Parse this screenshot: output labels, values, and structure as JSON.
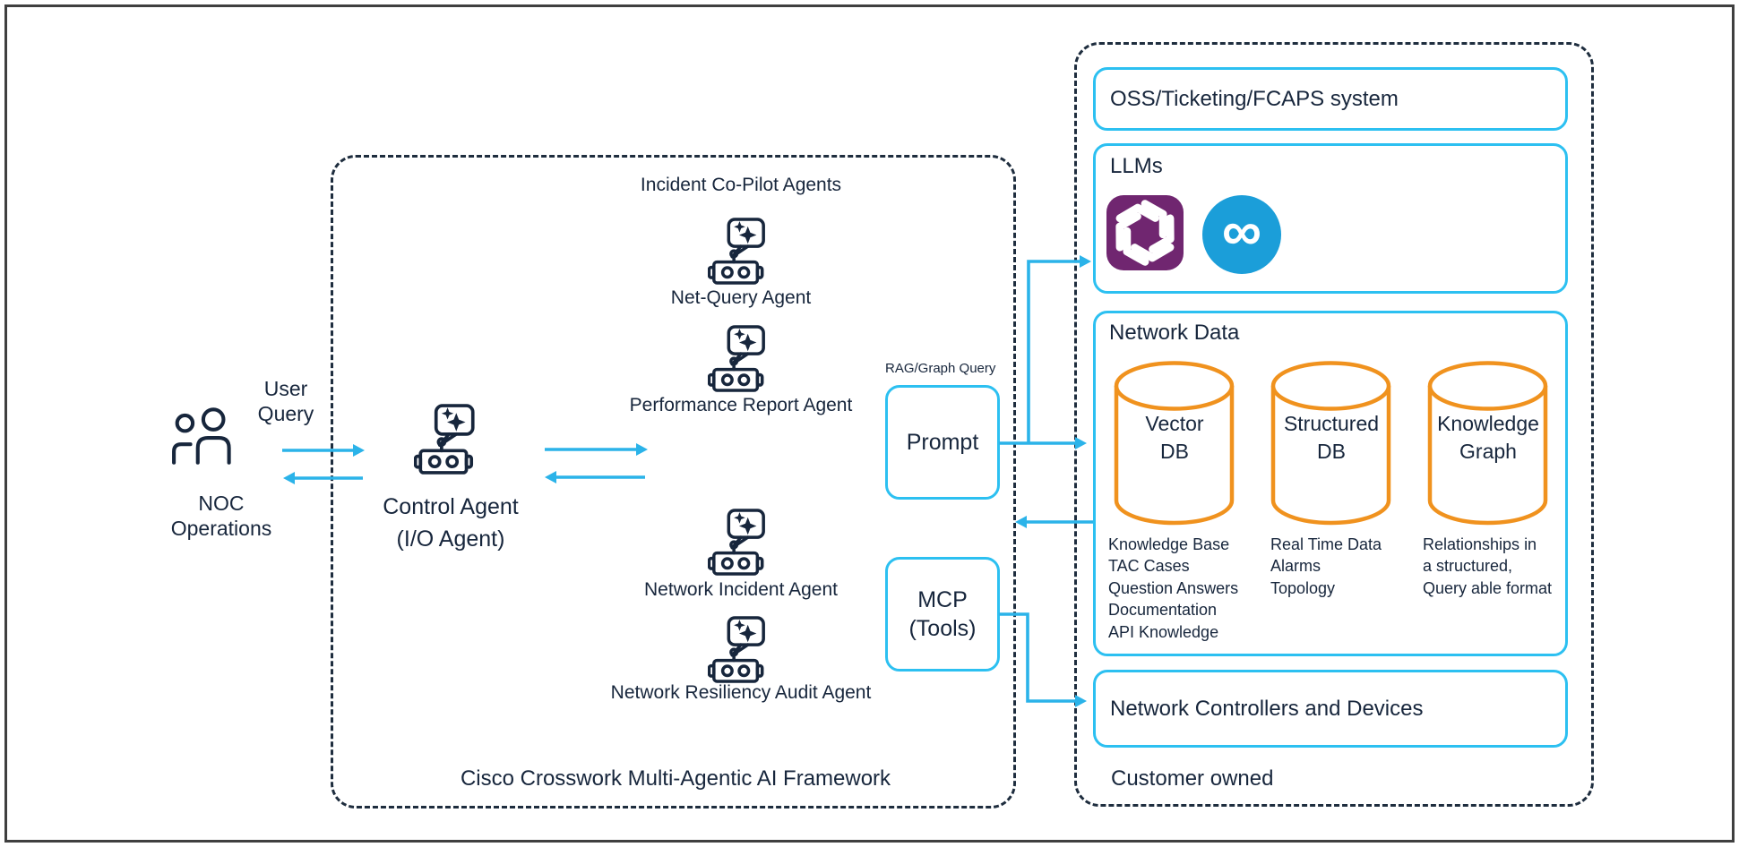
{
  "left": {
    "user_query_line1": "User",
    "user_query_line2": "Query",
    "noc_line1": "NOC",
    "noc_line2": "Operations"
  },
  "framework": {
    "title": "Incident Co-Pilot Agents",
    "caption": "Cisco Crosswork Multi-Agentic AI Framework",
    "control_agent_line1": "Control Agent",
    "control_agent_line2": "(I/O Agent)",
    "agents": [
      {
        "label": "Net-Query Agent"
      },
      {
        "label": "Performance Report Agent"
      },
      {
        "label": "Network Incident Agent"
      },
      {
        "label": "Network Resiliency Audit Agent"
      }
    ]
  },
  "prompt": {
    "label": "Prompt",
    "annotation": "RAG/Graph Query"
  },
  "mcp": {
    "line1": "MCP",
    "line2": "(Tools)"
  },
  "customer": {
    "oss_label": "OSS/Ticketing/FCAPS system",
    "llms_label": "LLMs",
    "network_data_label": "Network Data",
    "controllers_label": "Network Controllers and Devices",
    "owned_label": "Customer owned",
    "databases": [
      {
        "name_line1": "Vector",
        "name_line2": "DB",
        "details": [
          "Knowledge Base",
          "TAC Cases",
          "Question Answers",
          "Documentation",
          "API Knowledge"
        ]
      },
      {
        "name_line1": "Structured",
        "name_line2": "DB",
        "details": [
          "Real Time Data",
          "Alarms",
          "Topology"
        ]
      },
      {
        "name_line1": "Knowledge",
        "name_line2": "Graph",
        "details": [
          "Relationships in",
          "a structured,",
          "Query able format"
        ]
      }
    ]
  },
  "icons": {
    "openai": "openai-logo",
    "meta": "meta-logo",
    "meta_glyph": "∞",
    "agent": "ai-agent-robot",
    "users": "noc-operators"
  },
  "colors": {
    "navy": "#17263c",
    "cyan": "#2cc0f1",
    "arrow": "#2bb3e9",
    "orange": "#f0921e",
    "openai_purple": "#702670",
    "meta_blue": "#1b9ed9",
    "frame_gray": "#3f3f3f"
  }
}
